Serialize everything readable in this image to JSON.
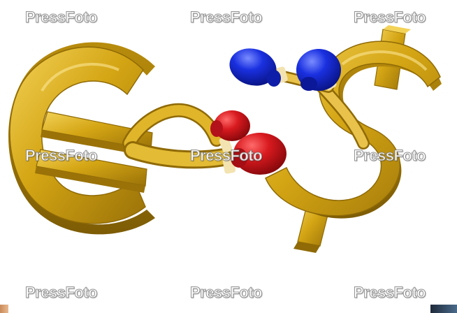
{
  "image": {
    "subject": "euro-vs-dollar-boxing",
    "colors": {
      "background": "#ffffff",
      "gold": "#d4a514",
      "gold_light": "#f0cc47",
      "gold_dark": "#8f6a06",
      "glove_red": "#c8141a",
      "glove_blue": "#1428d8",
      "wrist_band": "#f3e3b0"
    }
  },
  "watermarks": [
    {
      "text": "PressFoto"
    },
    {
      "text": "PressFoto"
    },
    {
      "text": "PressFoto"
    },
    {
      "text": "PressFoto"
    },
    {
      "text": "PressFoto"
    },
    {
      "text": "PressFoto"
    },
    {
      "text": "PressFoto"
    },
    {
      "text": "PressFoto"
    },
    {
      "text": "PressFoto"
    }
  ]
}
